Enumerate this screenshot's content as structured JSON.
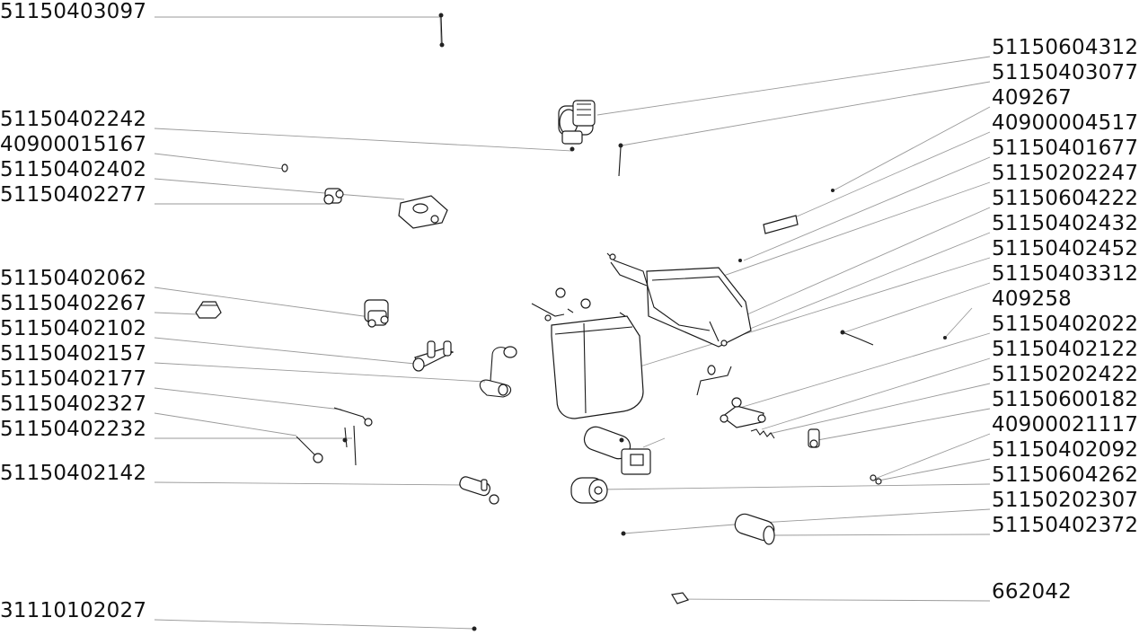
{
  "left_labels": [
    "51150403097",
    "51150402242",
    "40900015167",
    "51150402402",
    "51150402277",
    "51150402062",
    "51150402267",
    "51150402102",
    "51150402157",
    "51150402177",
    "51150402327",
    "51150402232",
    "51150402142",
    "31110102027"
  ],
  "right_labels": [
    "51150604312",
    "51150403077",
    "409267",
    "40900004517",
    "51150401677",
    "51150202247",
    "51150604222",
    "51150402432",
    "51150402452",
    "51150403312",
    "409258",
    "51150402022",
    "51150402122",
    "51150202422",
    "51150600182",
    "40900021117",
    "51150402092",
    "51150604262",
    "51150202307",
    "51150402372",
    "662042"
  ]
}
